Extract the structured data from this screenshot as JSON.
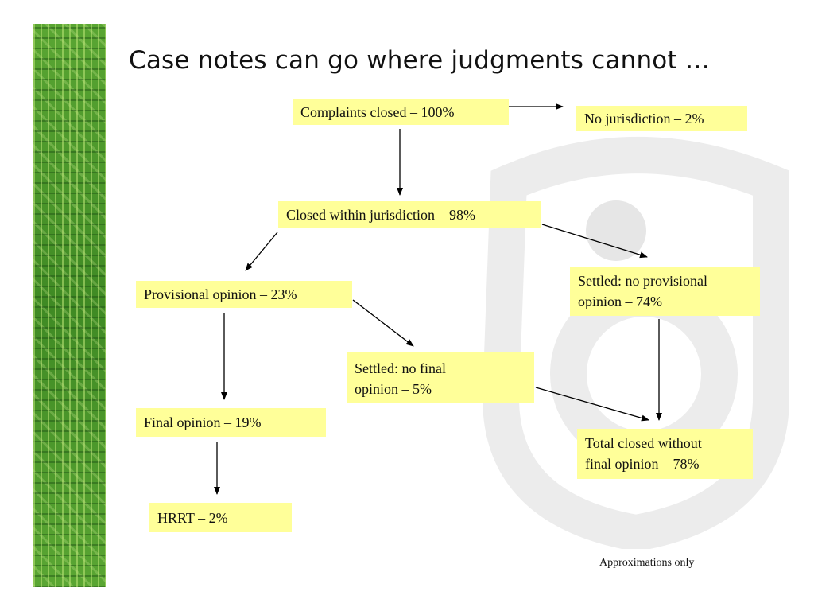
{
  "slide": {
    "title": "Case notes can go where judgments cannot …",
    "footnote": "Approximations only"
  },
  "nodes": {
    "complaints_closed": "Complaints closed – 100%",
    "no_jurisdiction": "No jurisdiction – 2%",
    "closed_within_jurisdiction": "Closed within jurisdiction – 98%",
    "provisional_opinion": "Provisional opinion – 23%",
    "settled_no_provisional_line1": "Settled: no provisional",
    "settled_no_provisional_line2": "opinion – 74%",
    "settled_no_final_line1": "Settled: no final",
    "settled_no_final_line2": "opinion – 5%",
    "final_opinion": "Final opinion – 19%",
    "total_closed_line1": "Total closed without",
    "total_closed_line2": "final opinion – 78%",
    "hrrt": "HRRT – 2%"
  },
  "colors": {
    "box_fill": "#ffff99",
    "side_strip": "#4f9a2c",
    "watermark": "#eeeeee"
  }
}
